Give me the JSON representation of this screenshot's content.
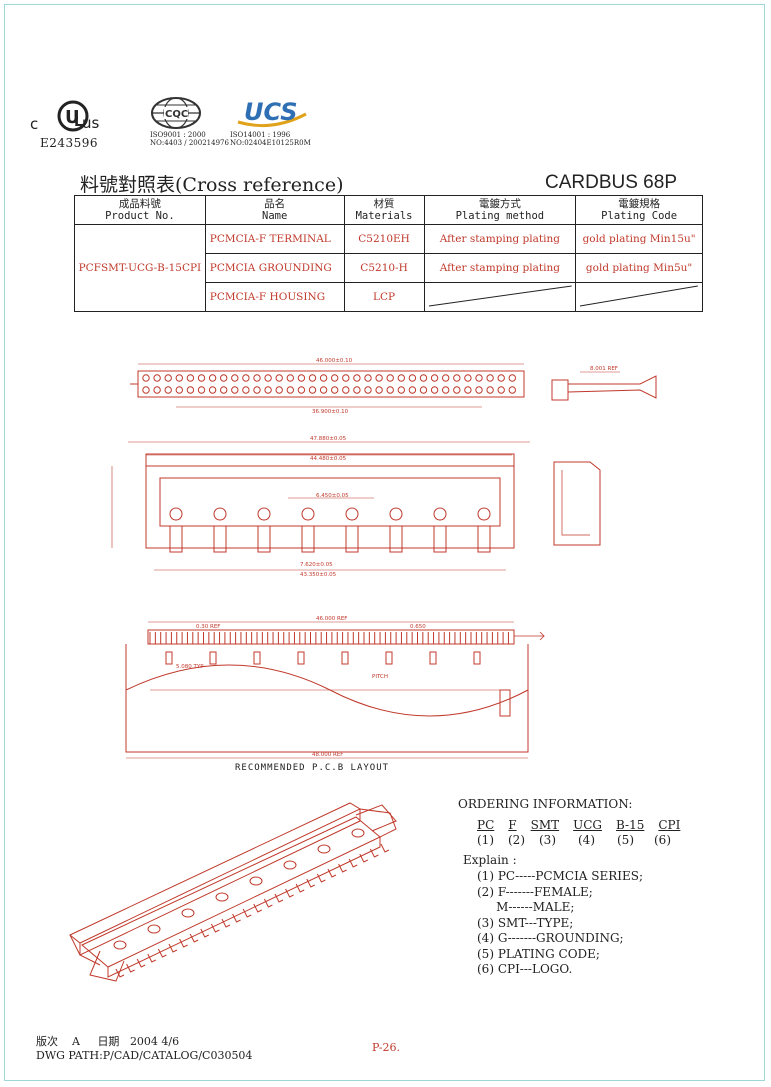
{
  "certifications": {
    "ul": {
      "left_mark": "c",
      "right_mark": "us",
      "number": "E243596"
    },
    "cqc": {
      "line1": "ISO9001 : 2000",
      "line2": "NO:4403 / 200214976"
    },
    "ucs": {
      "logo": "UCS",
      "line1": "ISO14001 : 1996",
      "line2": "NO:02404E10125R0M"
    }
  },
  "header": {
    "xref_title": "料號對照表(Cross reference)",
    "series_title": "CARDBUS 68P"
  },
  "table": {
    "headers": [
      {
        "zh": "成品料號",
        "en": "Product No."
      },
      {
        "zh": "品名",
        "en": "Name"
      },
      {
        "zh": "材質",
        "en": "Materials"
      },
      {
        "zh": "電鍍方式",
        "en": "Plating method"
      },
      {
        "zh": "電鍍規格",
        "en": "Plating Code"
      }
    ],
    "product_no": "PCFSMT-UCG-B-15CPI",
    "rows": [
      {
        "name": "PCMCIA-F TERMINAL",
        "material": "C5210EH",
        "method": "After stamping plating",
        "code": "gold plating Min15u\""
      },
      {
        "name": "PCMCIA GROUNDING",
        "material": "C5210-H",
        "method": "After stamping plating",
        "code": "gold plating Min5u\""
      },
      {
        "name": "PCMCIA-F HOUSING",
        "material": "LCP",
        "method": "",
        "code": ""
      }
    ]
  },
  "drawing_labels": {
    "top_width": "46.000±0.10",
    "top_pitch": "36.900±0.10",
    "side_dim": "8.001 REF",
    "front_width": "47.880±0.05",
    "front_inner": "44.480±0.05",
    "center_dim": "6.450±0.05",
    "front_pitch": "7.620±0.05",
    "front_bottom": "43.350±0.05",
    "pcb_width": "46.000 REF",
    "pcb_pitch": "0.30 REF",
    "pcb_spacing": "0.650",
    "pcb_bottom": "48.000 REF",
    "pcb_typ": "5.080 TYP",
    "pcb_pitch_label": "PITCH",
    "recommended": "RECOMMENDED P.C.B LAYOUT"
  },
  "ordering": {
    "title": "ORDERING INFORMATION:",
    "codes": [
      "PC",
      "F",
      "SMT",
      "UCG",
      "B-15",
      "CPI"
    ],
    "numbers": [
      "(1)",
      "(2)",
      "(3)",
      "(4)",
      "(5)",
      "(6)"
    ],
    "explain_label": "Explain :",
    "explain": [
      "(1) PC-----PCMCIA SERIES;",
      "(2) F-------FEMALE;",
      "     M------MALE;",
      "(3) SMT---TYPE;",
      "(4) G-------GROUNDING;",
      "(5) PLATING CODE;",
      "(6) CPI---LOGO."
    ]
  },
  "footer": {
    "version_label": "版次",
    "version": "A",
    "date_label": "日期",
    "date": "2004 4/6",
    "path": "DWG PATH:P/CAD/CATALOG/C030504",
    "page": "P-26."
  },
  "colors": {
    "drawing": "#c0392b",
    "text": "#222222",
    "frame": "#9fd6d6",
    "ucs_blue": "#2f6fb3",
    "ucs_gold": "#e0a21a"
  }
}
